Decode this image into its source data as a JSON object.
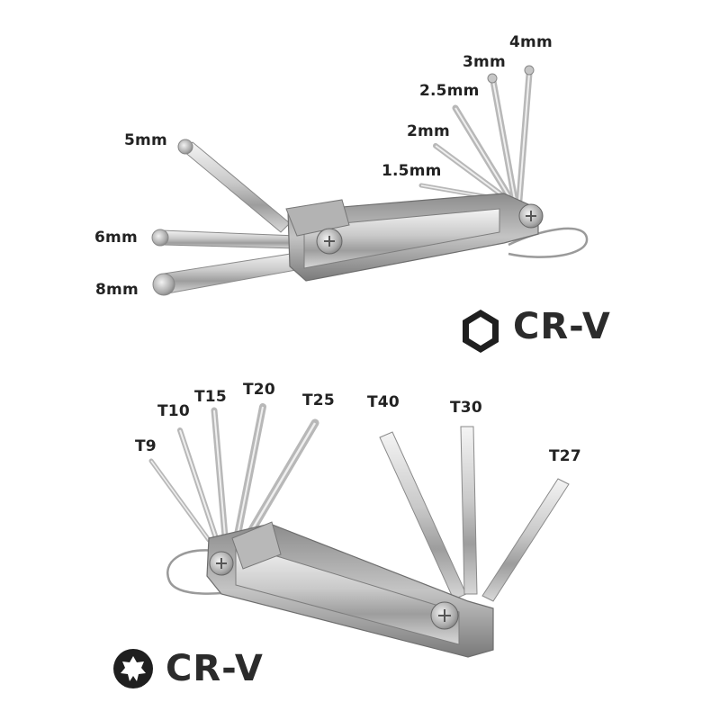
{
  "hex_set": {
    "labels": [
      "4mm",
      "3mm",
      "2.5mm",
      "2mm",
      "1.5mm",
      "5mm",
      "6mm",
      "8mm"
    ],
    "material": "CR-V",
    "icon": "hexagon-icon"
  },
  "torx_set": {
    "labels": [
      "T9",
      "T10",
      "T15",
      "T20",
      "T25",
      "T40",
      "T30",
      "T27"
    ],
    "material": "CR-V",
    "icon": "torx-star-icon"
  }
}
